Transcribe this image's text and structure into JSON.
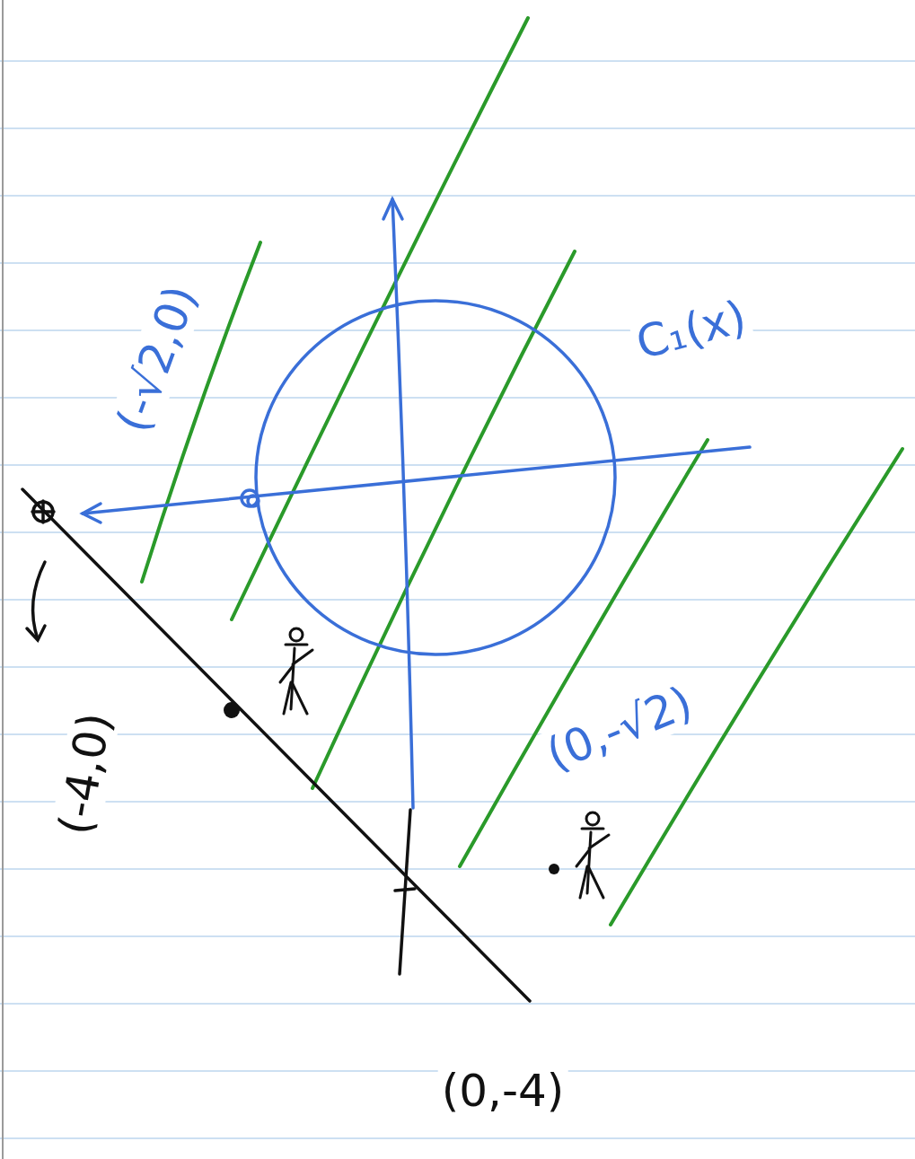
{
  "diagram": {
    "labels": [
      "(-√2,0)",
      "C₁(x)",
      "(0,-√2)",
      "(-4,0)",
      "(0,-4)"
    ]
  }
}
